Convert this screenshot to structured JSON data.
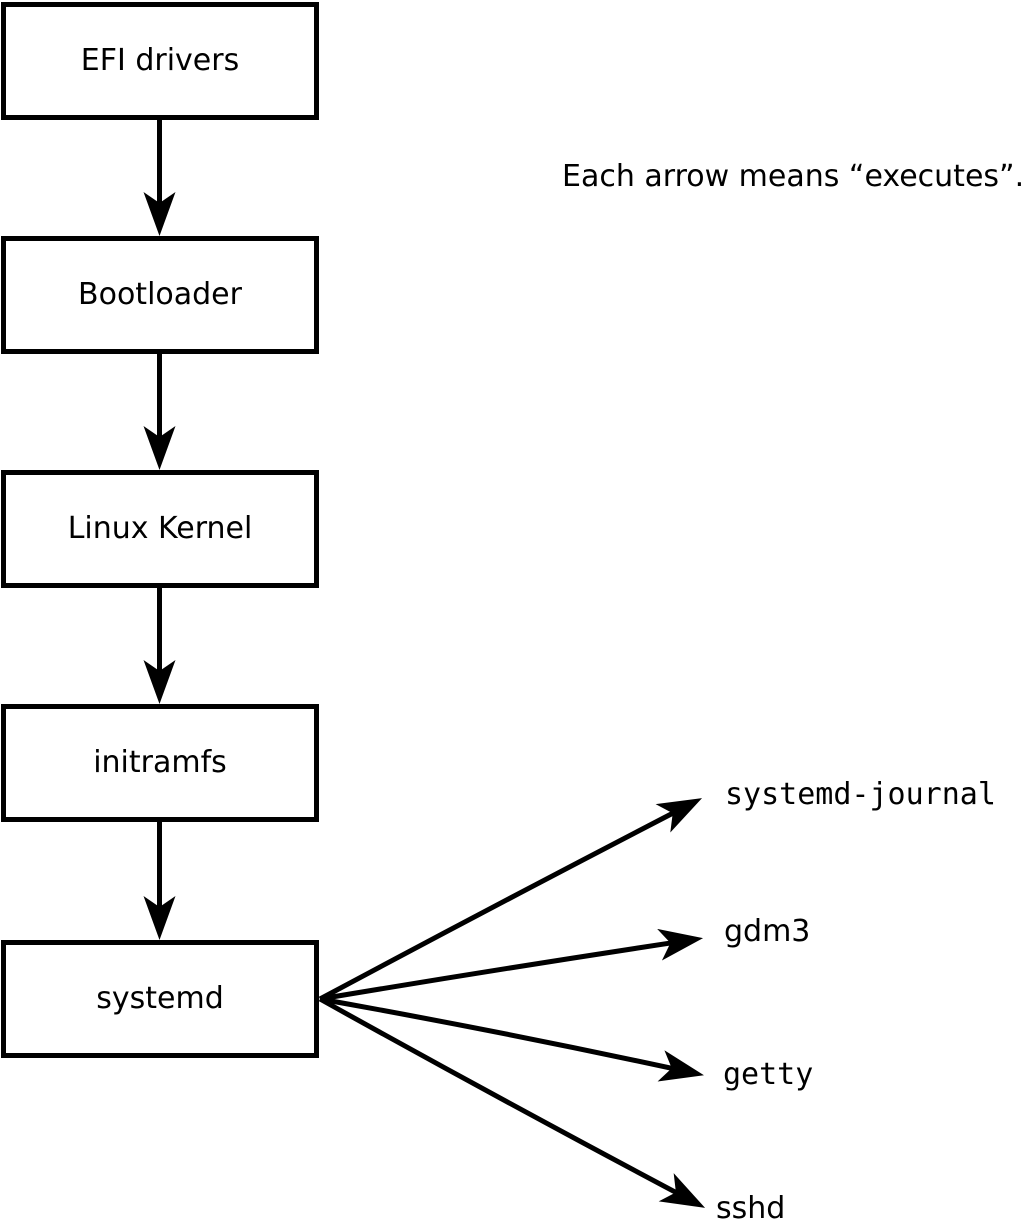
{
  "caption": "Each arrow means “executes”.",
  "chain": [
    {
      "label": "EFI drivers"
    },
    {
      "label": "Bootloader"
    },
    {
      "label": "Linux Kernel"
    },
    {
      "label": "initramfs"
    },
    {
      "label": "systemd"
    }
  ],
  "spawned": [
    {
      "label": "systemd-journal"
    },
    {
      "label": "gdm3"
    },
    {
      "label": "getty"
    },
    {
      "label": "sshd"
    }
  ],
  "colors": {
    "line": "#000000",
    "box_border": "#000000",
    "box_fill": "#ffffff",
    "text": "#000000",
    "background": "#ffffff"
  }
}
